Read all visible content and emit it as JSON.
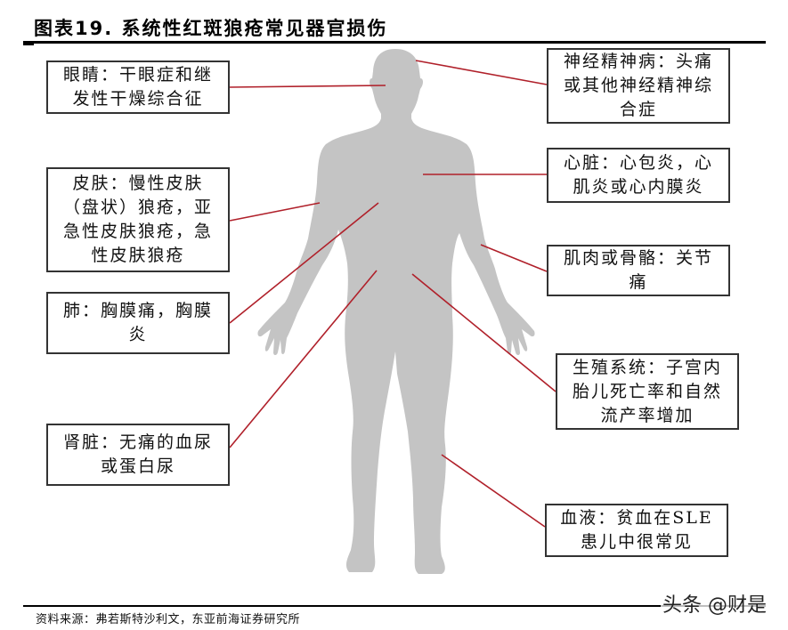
{
  "header": {
    "title": "图表19. 系统性红斑狼疮常见器官损伤"
  },
  "figure": {
    "silhouette_color": "#c4c4c4",
    "line_color": "#b0202a",
    "box_border_color": "#333333",
    "callouts": [
      {
        "id": "eyes",
        "side": "left",
        "text": "眼睛：干眼症和继发性干燥综合征"
      },
      {
        "id": "neuro",
        "side": "right",
        "text": "神经精神病：头痛或其他神经精神综合症"
      },
      {
        "id": "skin",
        "side": "left",
        "text": "皮肤：慢性皮肤（盘状）狼疮，亚急性皮肤狼疮，急性皮肤狼疮"
      },
      {
        "id": "heart",
        "side": "right",
        "text": "心脏：心包炎，心肌炎或心内膜炎"
      },
      {
        "id": "muscle",
        "side": "right",
        "text": "肌肉或骨骼：关节痛"
      },
      {
        "id": "lung",
        "side": "left",
        "text": "肺：胸膜痛，胸膜炎"
      },
      {
        "id": "reproductive",
        "side": "right",
        "text": "生殖系统：子宫内胎儿死亡率和自然流产率增加"
      },
      {
        "id": "kidney",
        "side": "left",
        "text": "肾脏：无痛的血尿或蛋白尿"
      },
      {
        "id": "blood",
        "side": "right",
        "text": "血液：贫血在SLE患儿中很常见"
      }
    ]
  },
  "footer": {
    "source": "资料来源：弗若斯特沙利文，东亚前海证券研究所",
    "watermark": "头条 @财是"
  }
}
